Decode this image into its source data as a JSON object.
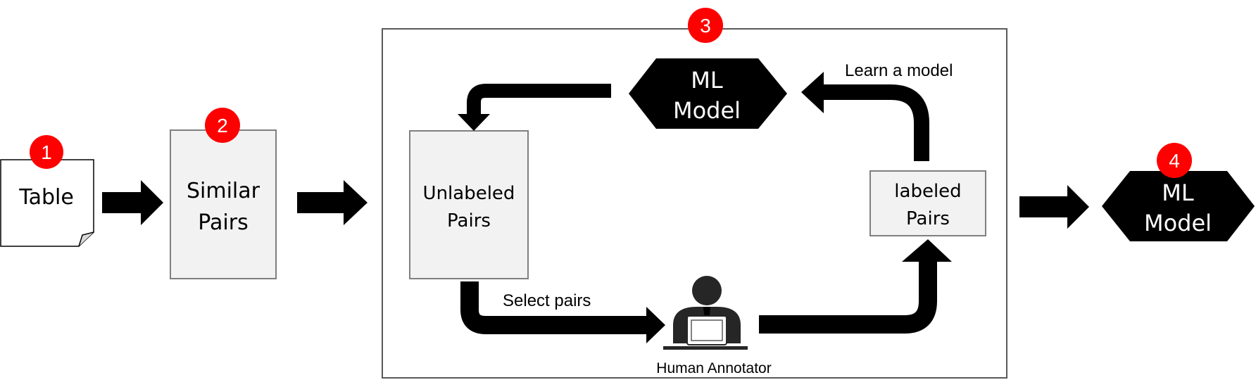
{
  "table": {
    "label": "Table"
  },
  "similar_pairs": {
    "line1": "Similar",
    "line2": "Pairs"
  },
  "unlabeled_pairs": {
    "line1": "Unlabeled",
    "line2": "Pairs"
  },
  "labeled_pairs": {
    "line1": "labeled",
    "line2": "Pairs"
  },
  "ml_model_inner": {
    "line1": "ML",
    "line2": "Model"
  },
  "ml_model_output": {
    "line1": "ML",
    "line2": "Model"
  },
  "annotator": {
    "label": "Human Annotator"
  },
  "edges": {
    "learn_model": "Learn a model",
    "select_pairs": "Select pairs"
  },
  "badges": [
    "1",
    "2",
    "3",
    "4"
  ],
  "colors": {
    "badge": "#ff0000",
    "box_fill": "#f2f2f2",
    "box_stroke": "#7f7f7f",
    "arrow": "#000000"
  }
}
